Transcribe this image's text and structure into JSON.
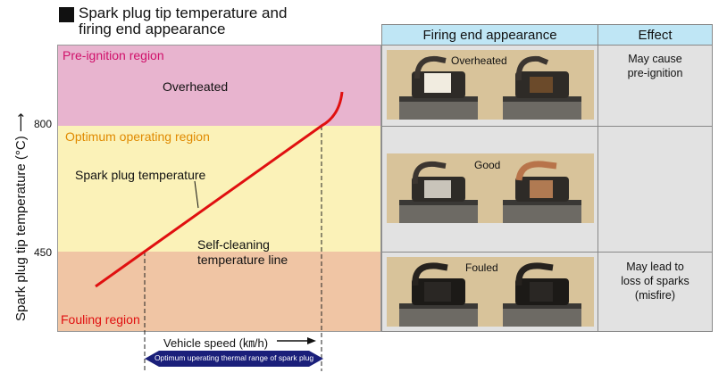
{
  "title": {
    "line1": "Spark plug tip temperature and",
    "line2": "firing end appearance"
  },
  "y_axis": {
    "label": "Spark plug tip temperature (°C) ⟶",
    "ticks": [
      "800",
      "450"
    ]
  },
  "regions": {
    "preignition": {
      "label": "Pre-ignition region",
      "color": "#e8b4cf",
      "label_color": "#d0106a"
    },
    "optimum": {
      "label": "Optimum operating region",
      "color": "#fbf2b8",
      "label_color": "#e08a00"
    },
    "fouling": {
      "label": "Fouling region",
      "color": "#f0c5a4",
      "label_color": "#e01010"
    }
  },
  "annotations": {
    "overheated": "Overheated",
    "spark_plug_temperature": "Spark plug temperature",
    "self_cleaning_line1": "Self-cleaning",
    "self_cleaning_line2": "temperature line"
  },
  "x_axis": {
    "label": "Vehicle speed (㎞/h)",
    "range_label": "Optimum uperating thermal range of spark plug"
  },
  "table": {
    "headers": {
      "appearance": "Firing end appearance",
      "effect": "Effect"
    },
    "rows": [
      {
        "photo_label": "Overheated",
        "effect": [
          "May cause",
          "pre-ignition"
        ]
      },
      {
        "photo_label": "Good",
        "effect": []
      },
      {
        "photo_label": "Fouled",
        "effect": [
          "May lead to",
          "loss of sparks",
          "(misfire)"
        ]
      }
    ]
  },
  "colors": {
    "curve": "#e01010",
    "header_bg": "#bfe6f5",
    "cell_bg": "#e2e2e2",
    "arrow": "#1a1f7a"
  }
}
